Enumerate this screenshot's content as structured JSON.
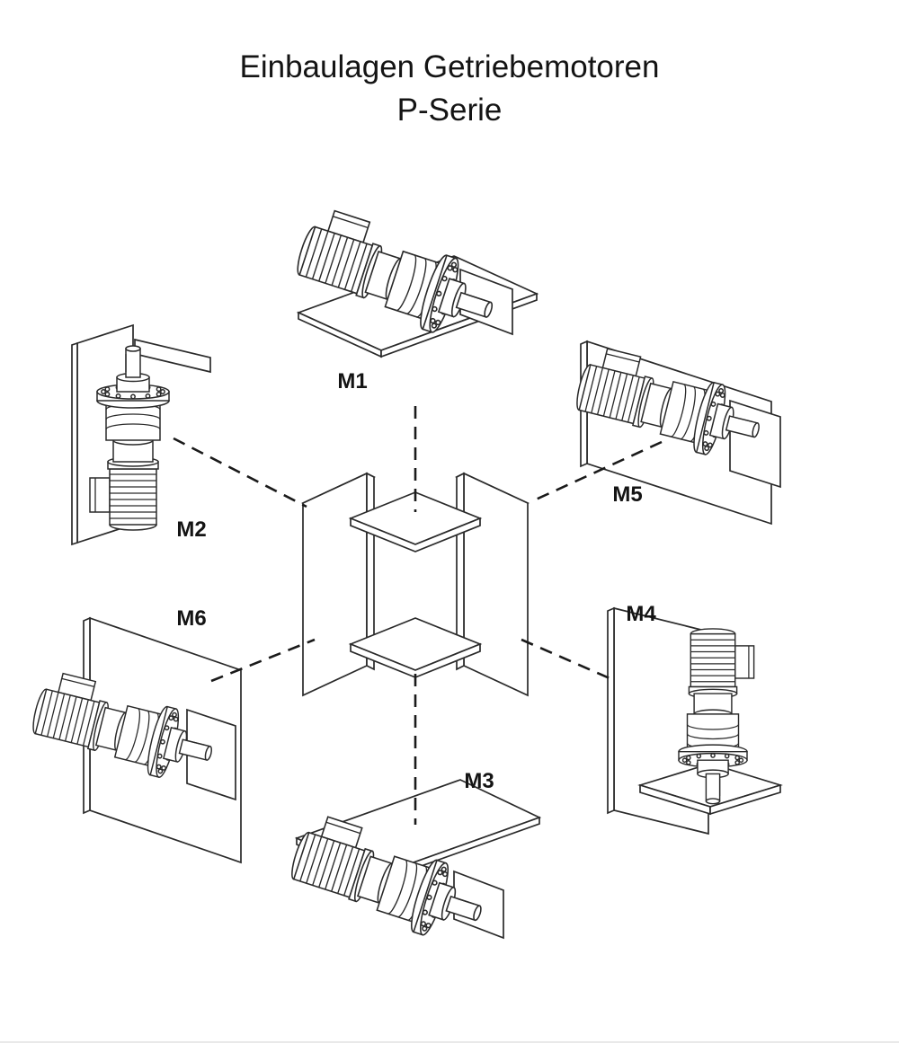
{
  "title": {
    "line1": "Einbaulagen Getriebemotoren",
    "line2": "P-Serie"
  },
  "positions": [
    {
      "id": "M1",
      "label": "M1"
    },
    {
      "id": "M2",
      "label": "M2"
    },
    {
      "id": "M3",
      "label": "M3"
    },
    {
      "id": "M4",
      "label": "M4"
    },
    {
      "id": "M5",
      "label": "M5"
    },
    {
      "id": "M6",
      "label": "M6"
    }
  ],
  "colors": {
    "line": "#2a2a2a",
    "dash": "#1a1a1a",
    "background": "#ffffff"
  }
}
